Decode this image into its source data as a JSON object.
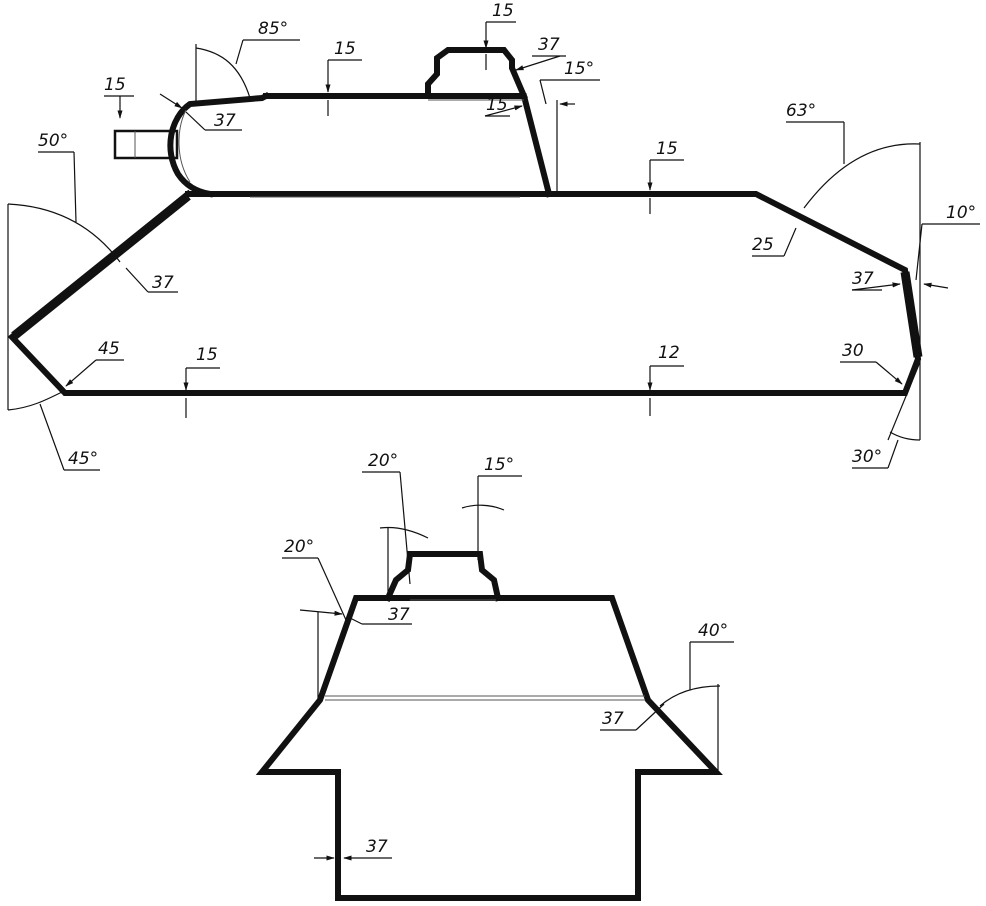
{
  "side_view": {
    "labels": {
      "deg85": "85°",
      "roof15": "15",
      "cupola_top15": "15",
      "cupola37": "37",
      "deg15_rear": "15°",
      "turret_rear15": "15",
      "mantlet15": "15",
      "mantlet37": "37",
      "deg63": "63°",
      "deck15": "15",
      "glacis50": "50°",
      "glacis37": "37",
      "rear25": "25",
      "deg10": "10°",
      "rear37": "37",
      "lower45": "45",
      "belly15": "15",
      "belly12": "12",
      "rear30": "30",
      "deg45": "45°",
      "deg30": "30°"
    }
  },
  "front_view": {
    "labels": {
      "deg20_top": "20°",
      "deg15_top": "15°",
      "deg20_left": "20°",
      "turret37": "37",
      "deg40": "40°",
      "sponson37": "37",
      "side37": "37"
    }
  }
}
